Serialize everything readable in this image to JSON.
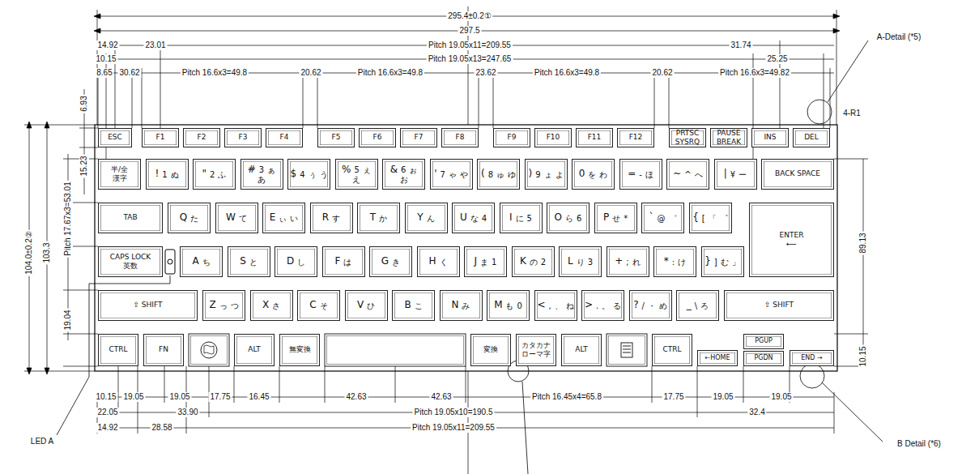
{
  "diagram": {
    "nodes": [
      {
        "text": [
          "ESC"
        ]
      },
      {
        "text": [
          "F1"
        ]
      },
      {
        "text": [
          "F2"
        ]
      },
      {
        "text": [
          "F3"
        ]
      },
      {
        "text": [
          "F4"
        ]
      },
      {
        "text": [
          "F5"
        ]
      },
      {
        "text": [
          "F6"
        ]
      },
      {
        "text": [
          "F7"
        ]
      },
      {
        "text": [
          "F8"
        ]
      },
      {
        "text": [
          "F9"
        ]
      },
      {
        "text": [
          "F10"
        ]
      },
      {
        "text": [
          "F11"
        ]
      },
      {
        "text": [
          "F12"
        ]
      },
      {
        "text": [
          "PRTSC",
          "SYSRQ"
        ]
      },
      {
        "text": [
          "PAUSE",
          "BREAK"
        ]
      },
      {
        "text": [
          "INS"
        ]
      },
      {
        "text": [
          "DEL"
        ]
      },
      {
        "text": [
          "半/全",
          "漢字"
        ]
      },
      {
        "text": [
          "!",
          "1",
          "ぬ"
        ]
      },
      {
        "text": [
          "\"",
          "2",
          "ふ"
        ]
      },
      {
        "text": [
          "#",
          "3",
          "ぁ",
          "あ"
        ]
      },
      {
        "text": [
          "$",
          "4",
          "ぅ",
          "う"
        ]
      },
      {
        "text": [
          "%",
          "5",
          "ぇ",
          "え"
        ]
      },
      {
        "text": [
          "&",
          "6",
          "ぉ",
          "お"
        ]
      },
      {
        "text": [
          "'",
          "7",
          "ゃ",
          "や"
        ]
      },
      {
        "text": [
          "(",
          "8",
          "ゅ",
          "ゆ"
        ]
      },
      {
        "text": [
          ")",
          "9",
          "ょ",
          "よ"
        ]
      },
      {
        "text": [
          "0",
          "を",
          "わ"
        ]
      },
      {
        "text": [
          "=",
          "-",
          "ほ"
        ]
      },
      {
        "text": [
          "~",
          "^",
          "へ"
        ]
      },
      {
        "text": [
          "|",
          "¥",
          "ー"
        ]
      },
      {
        "text": [
          "BACK SPACE"
        ]
      },
      {
        "text": [
          "TAB"
        ]
      },
      {
        "text": [
          "Q",
          "た"
        ]
      },
      {
        "text": [
          "W",
          "て"
        ]
      },
      {
        "text": [
          "E",
          "ぃ",
          "い"
        ]
      },
      {
        "text": [
          "R",
          "す"
        ]
      },
      {
        "text": [
          "T",
          "か"
        ]
      },
      {
        "text": [
          "Y",
          "ん"
        ]
      },
      {
        "text": [
          "U",
          "な",
          "4"
        ]
      },
      {
        "text": [
          "I",
          "に",
          "5"
        ]
      },
      {
        "text": [
          "O",
          "ら",
          "6"
        ]
      },
      {
        "text": [
          "P",
          "せ",
          "*"
        ]
      },
      {
        "text": [
          "`",
          "@",
          "゛"
        ]
      },
      {
        "text": [
          "{",
          "[",
          "「",
          "゜"
        ]
      },
      {
        "text": [
          "ENTER",
          "⟵"
        ]
      },
      {
        "text": [
          "CAPS LOCK",
          "英数"
        ]
      },
      {
        "text": [
          "A",
          "ち"
        ]
      },
      {
        "text": [
          "S",
          "と"
        ]
      },
      {
        "text": [
          "D",
          "し"
        ]
      },
      {
        "text": [
          "F",
          "は"
        ]
      },
      {
        "text": [
          "G",
          "き"
        ]
      },
      {
        "text": [
          "H",
          "く"
        ]
      },
      {
        "text": [
          "J",
          "ま",
          "1"
        ]
      },
      {
        "text": [
          "K",
          "の",
          "2"
        ]
      },
      {
        "text": [
          "L",
          "り",
          "3"
        ]
      },
      {
        "text": [
          "+",
          ";",
          "れ"
        ]
      },
      {
        "text": [
          "*",
          ":",
          "け"
        ]
      },
      {
        "text": [
          "}",
          "]",
          "む",
          "」"
        ]
      },
      {
        "text": [
          "⇧ SHIFT"
        ]
      },
      {
        "text": [
          "Z",
          "っ",
          "つ"
        ]
      },
      {
        "text": [
          "X",
          "さ"
        ]
      },
      {
        "text": [
          "C",
          "そ"
        ]
      },
      {
        "text": [
          "V",
          "ひ"
        ]
      },
      {
        "text": [
          "B",
          "こ"
        ]
      },
      {
        "text": [
          "N",
          "み"
        ]
      },
      {
        "text": [
          "M",
          "も",
          "0"
        ]
      },
      {
        "text": [
          "<",
          ",",
          "、",
          "ね"
        ]
      },
      {
        "text": [
          ">",
          ".",
          "。",
          "る"
        ]
      },
      {
        "text": [
          "?",
          "/",
          "・",
          "め"
        ]
      },
      {
        "text": [
          "_",
          "\\",
          "ろ"
        ]
      },
      {
        "text": [
          "⇧ SHIFT"
        ]
      },
      {
        "text": [
          "CTRL"
        ]
      },
      {
        "text": [
          "FN"
        ]
      },
      {
        "text": [
          "ALT"
        ]
      },
      {
        "text": [
          "無変換"
        ]
      },
      {
        "text": [
          "変換"
        ]
      },
      {
        "text": [
          "カタカナ",
          "ローマ字"
        ]
      },
      {
        "text": [
          "ALT"
        ]
      },
      {
        "text": [
          "CTRL"
        ]
      },
      {
        "text": [
          "←HOME"
        ]
      },
      {
        "text": [
          "PGUP"
        ]
      },
      {
        "text": [
          "PGDN"
        ]
      },
      {
        "text": [
          "END →"
        ]
      }
    ],
    "labels": [
      "295.4±0.2①",
      "297.5",
      "14.92",
      "23.01",
      "Pitch 19.05x11=209.55",
      "31.74",
      "10.15",
      "Pitch 19.05x13=247.65",
      "25.25",
      "8.65",
      "30.62",
      "Pitch 16.6x3=49.8",
      "20.62",
      "Pitch 16.6x3=49.8",
      "23.62",
      "Pitch 16.6x3=49.8",
      "20.62",
      "Pitch 16.6x3=49.82",
      "A-Detail (*5)",
      "4-R1",
      "6.93",
      "15.23",
      "Pitch 17.67x3=53.01",
      "103.3",
      "104.0±0.2②",
      "19.04",
      "89.13",
      "10.15",
      "LED A",
      "10.15",
      "19.05",
      "19.05",
      "17.75",
      "16.45",
      "42.63",
      "42.63",
      "Pitch 16.45x4=65.8",
      "17.75",
      "19.05",
      "19.05",
      "22.05",
      "33.90",
      "Pitch 19.05x10=190.5",
      "32.4",
      "14.92",
      "28.58",
      "Pitch 19.05x11=209.55",
      "B Detail (*6)"
    ]
  }
}
